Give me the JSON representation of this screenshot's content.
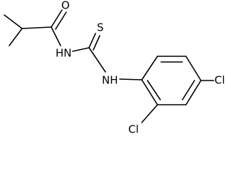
{
  "molecule": {
    "atoms": {
      "oxygen": "O",
      "sulfur": "S",
      "amide_nitrogen": "HN",
      "aryl_nitrogen": "NH",
      "chlorine_para": "Cl",
      "chlorine_ortho": "Cl"
    }
  },
  "colors": {
    "bond": "#000000",
    "text": "#000000",
    "background": "#ffffff"
  }
}
